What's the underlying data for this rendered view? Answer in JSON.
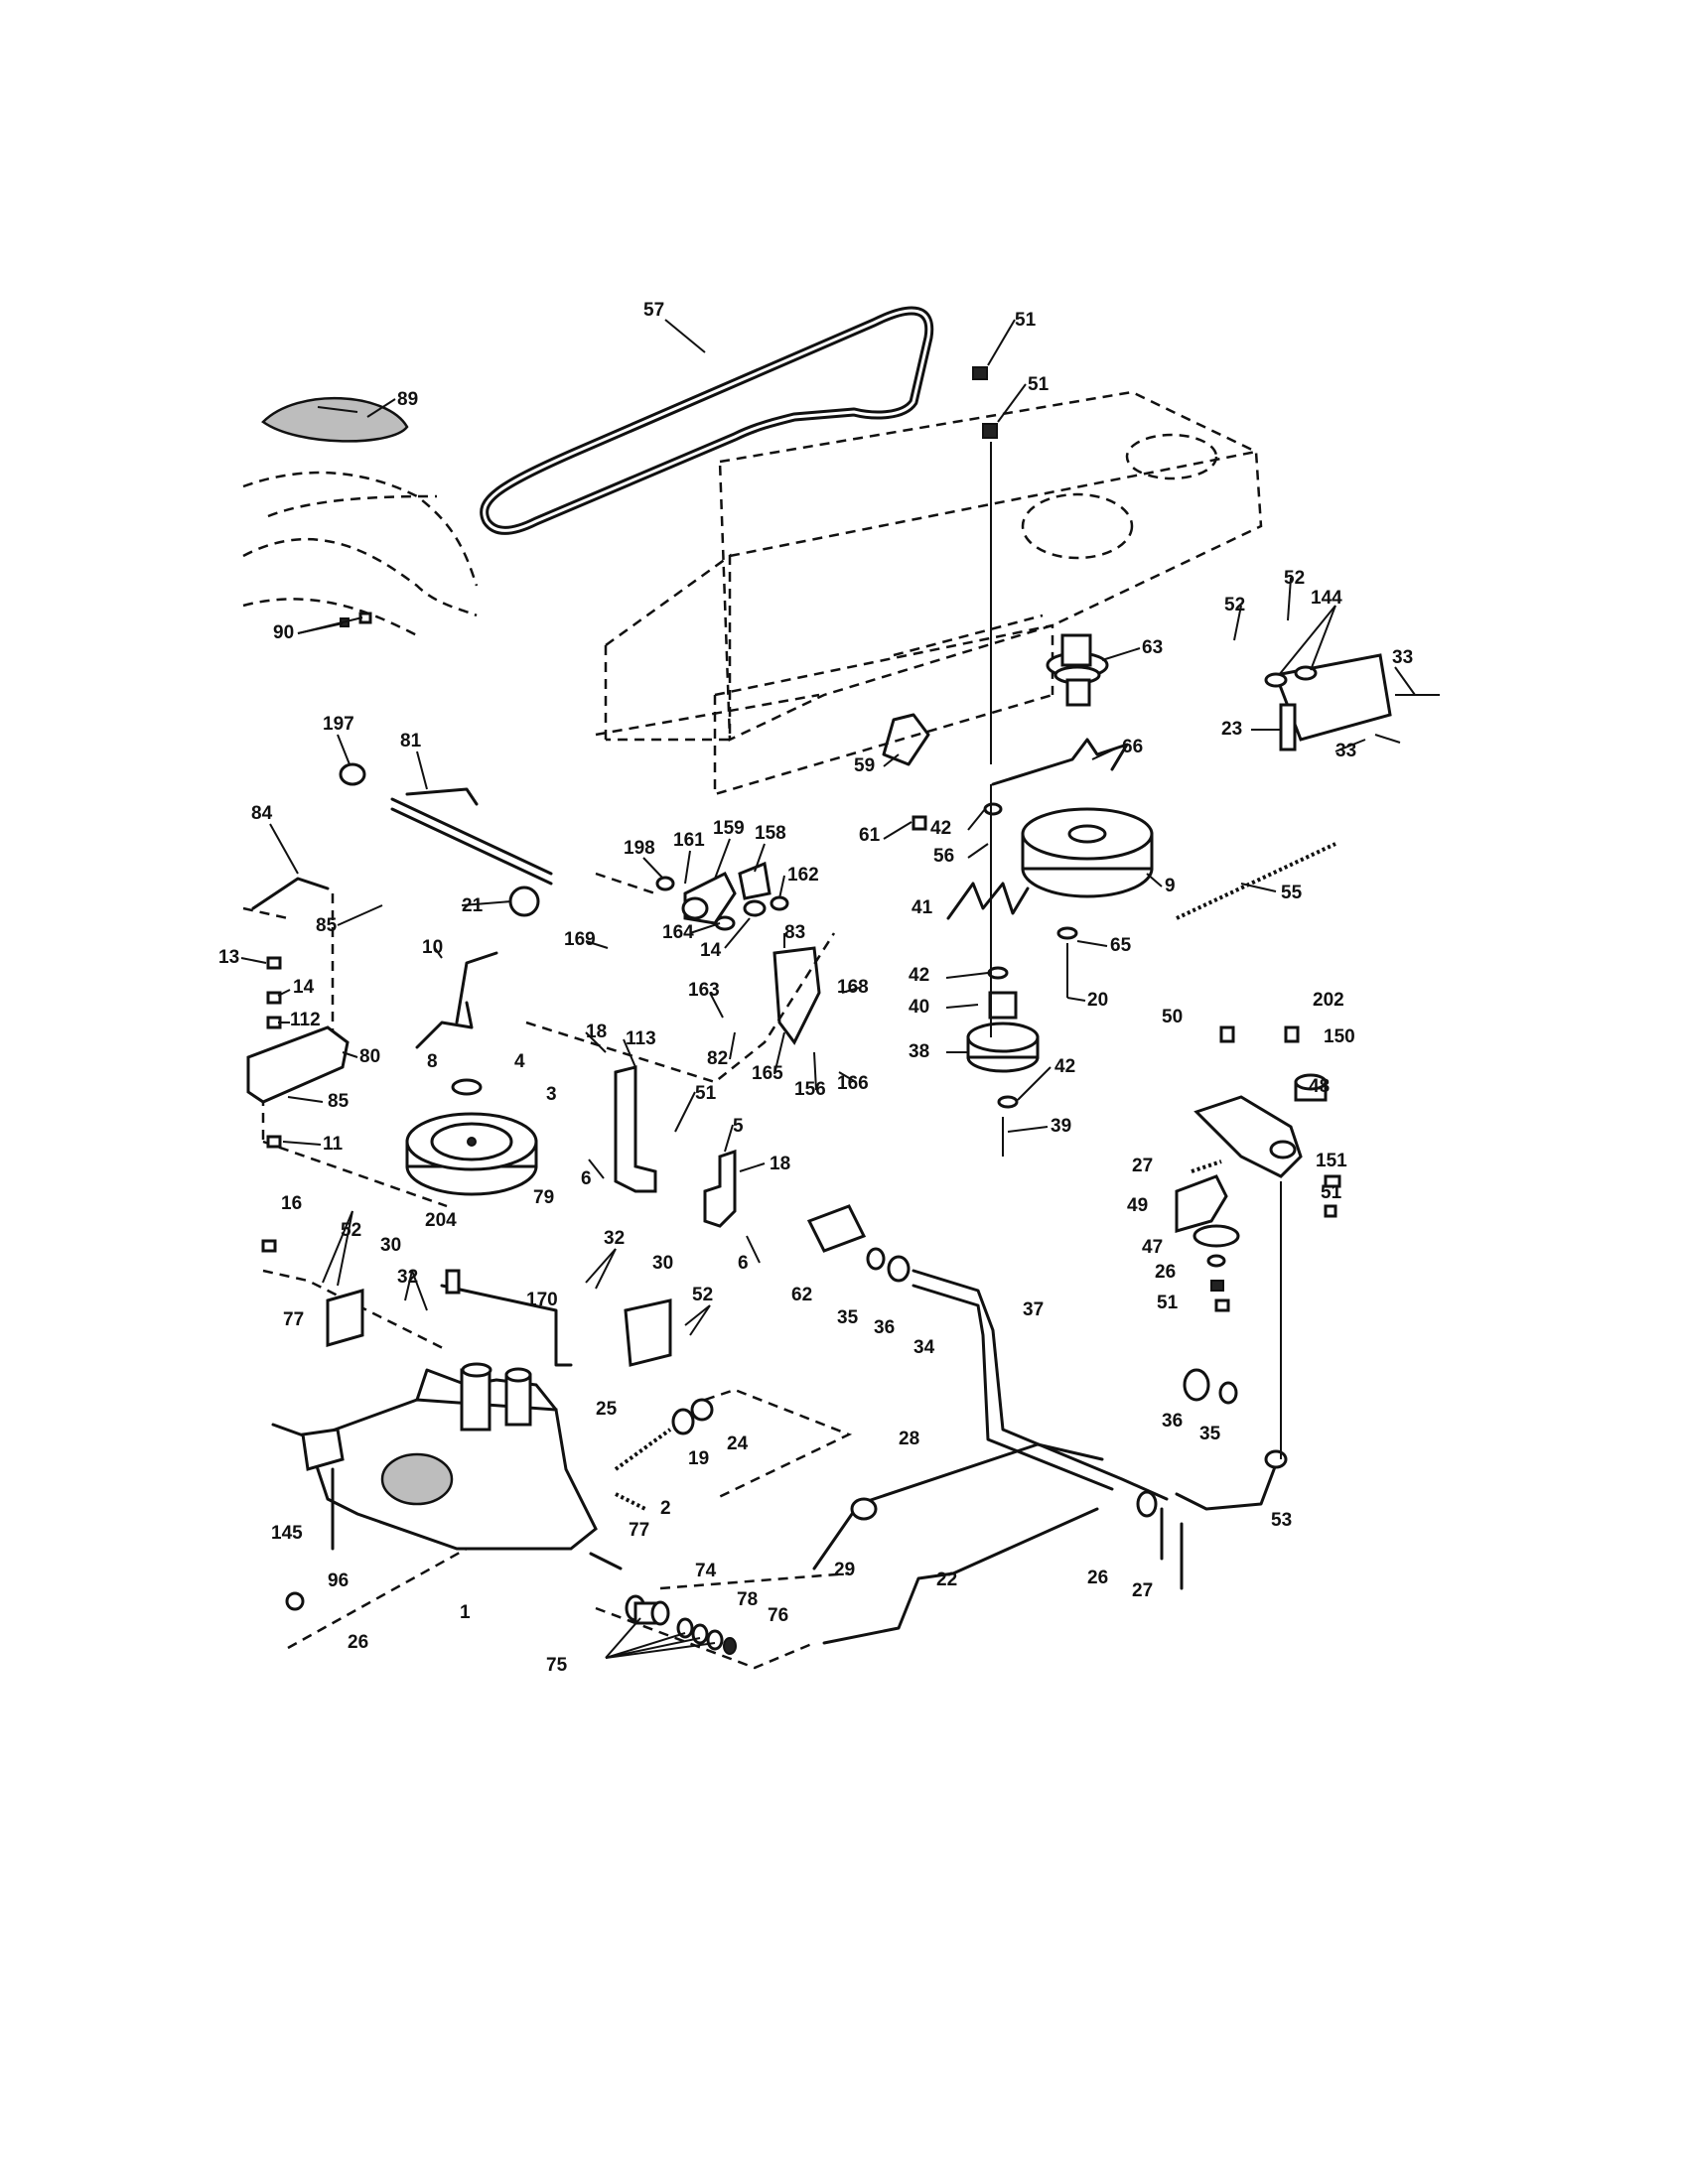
{
  "callouts": [
    "57",
    "51",
    "51",
    "89",
    "90",
    "52",
    "144",
    "52",
    "33",
    "33",
    "23",
    "63",
    "66",
    "59",
    "197",
    "81",
    "84",
    "85",
    "198",
    "161",
    "159",
    "158",
    "162",
    "164",
    "14",
    "83",
    "169",
    "21",
    "10",
    "13",
    "14",
    "112",
    "80",
    "85",
    "11",
    "8",
    "4",
    "3",
    "18",
    "113",
    "51",
    "5",
    "18",
    "6",
    "6",
    "163",
    "82",
    "165",
    "156",
    "168",
    "166",
    "61",
    "42",
    "56",
    "9",
    "55",
    "41",
    "42",
    "40",
    "38",
    "42",
    "39",
    "65",
    "20",
    "50",
    "202",
    "150",
    "48",
    "27",
    "151",
    "51",
    "49",
    "47",
    "26",
    "51",
    "16",
    "52",
    "30",
    "32",
    "204",
    "170",
    "79",
    "32",
    "30",
    "52",
    "77",
    "62",
    "35",
    "36",
    "34",
    "37",
    "25",
    "19",
    "24",
    "2",
    "145",
    "96",
    "26",
    "1",
    "77",
    "74",
    "78",
    "76",
    "75",
    "28",
    "29",
    "22",
    "36",
    "35",
    "53",
    "26",
    "27"
  ]
}
